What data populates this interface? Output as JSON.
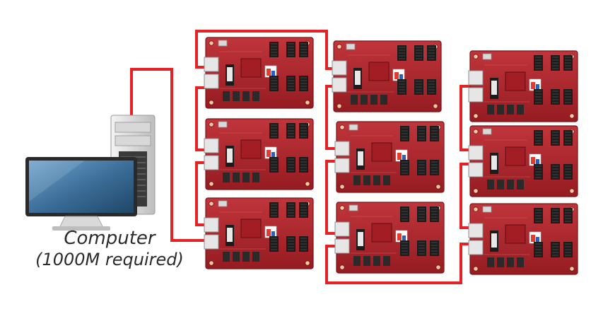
{
  "diagram": {
    "computer": {
      "label_line1": "Computer",
      "label_line2": "(1000M required)"
    },
    "control_cards": {
      "columns": 3,
      "rows": 3,
      "count": 9
    },
    "cable_color": "#e52126",
    "card_color": "#b3262d",
    "card_dark_color": "#7a1418",
    "chip_color": "#1c1c1c",
    "screen_color": "#3d6f9a"
  }
}
